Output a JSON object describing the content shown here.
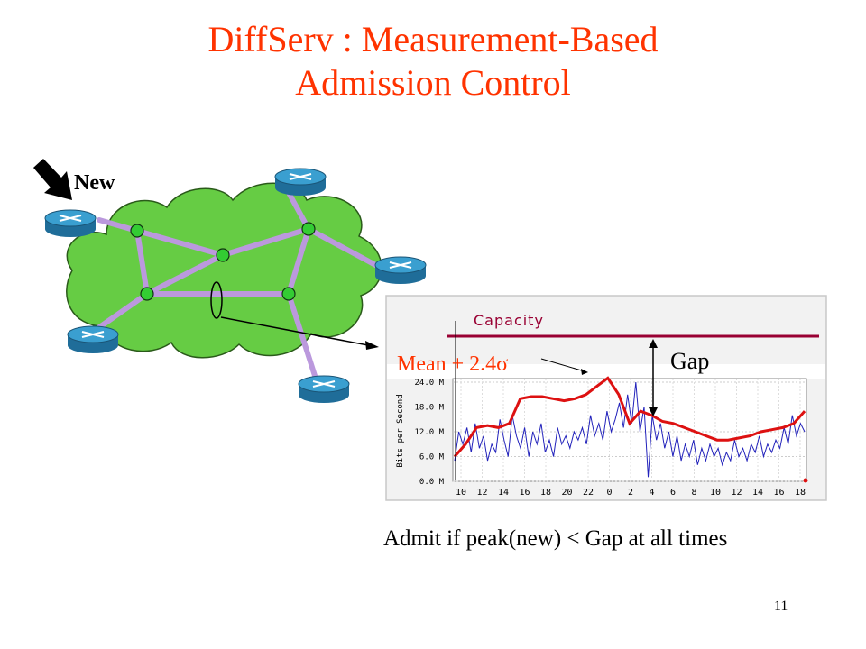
{
  "slide": {
    "title_line1": "DiffServ : Measurement-Based",
    "title_line2": "Admission Control",
    "new_label": "New",
    "gap_label": "Gap",
    "caption": "Admit if peak(new) < Gap at all times",
    "page_number": "11"
  },
  "chart_data": {
    "type": "line",
    "ylabel": "Bits per Second",
    "capacity_label": "Capacity",
    "mean_label": "Mean + 2.4σ",
    "y_ticks": [
      "0.0 M",
      "6.0 M",
      "12.0 M",
      "18.0 M",
      "24.0 M"
    ],
    "x_ticks": [
      "10",
      "12",
      "14",
      "16",
      "18",
      "20",
      "22",
      "0",
      "2",
      "4",
      "6",
      "8",
      "10",
      "12",
      "14",
      "16",
      "18"
    ],
    "ylim": [
      0,
      24
    ],
    "series": [
      {
        "values": [
          5,
          12,
          9,
          13,
          7,
          14,
          8,
          11,
          5,
          9,
          7,
          15,
          10,
          6,
          16,
          11,
          8,
          13,
          6,
          12,
          9,
          14,
          7,
          10,
          6,
          13,
          9,
          11,
          8,
          12,
          10,
          13,
          9,
          16,
          11,
          14,
          10,
          17,
          12,
          15,
          19,
          13,
          21,
          14,
          24,
          12,
          18,
          1,
          16,
          10,
          14,
          8,
          12,
          6,
          11,
          5,
          9,
          6,
          10,
          4,
          8,
          5,
          9,
          6,
          8,
          4,
          7,
          5,
          10,
          6,
          8,
          5,
          9,
          7,
          11,
          6,
          9,
          7,
          10,
          8,
          13,
          9,
          16,
          11,
          14,
          12
        ]
      },
      {
        "values": [
          6,
          9,
          13,
          13.5,
          13,
          14,
          20,
          20.5,
          20.5,
          20,
          19.5,
          20,
          21,
          23,
          25,
          21,
          14,
          17,
          16,
          14.5,
          14,
          13,
          12,
          11,
          10,
          10,
          10.5,
          11,
          12,
          12.5,
          13,
          14,
          17
        ]
      }
    ]
  }
}
